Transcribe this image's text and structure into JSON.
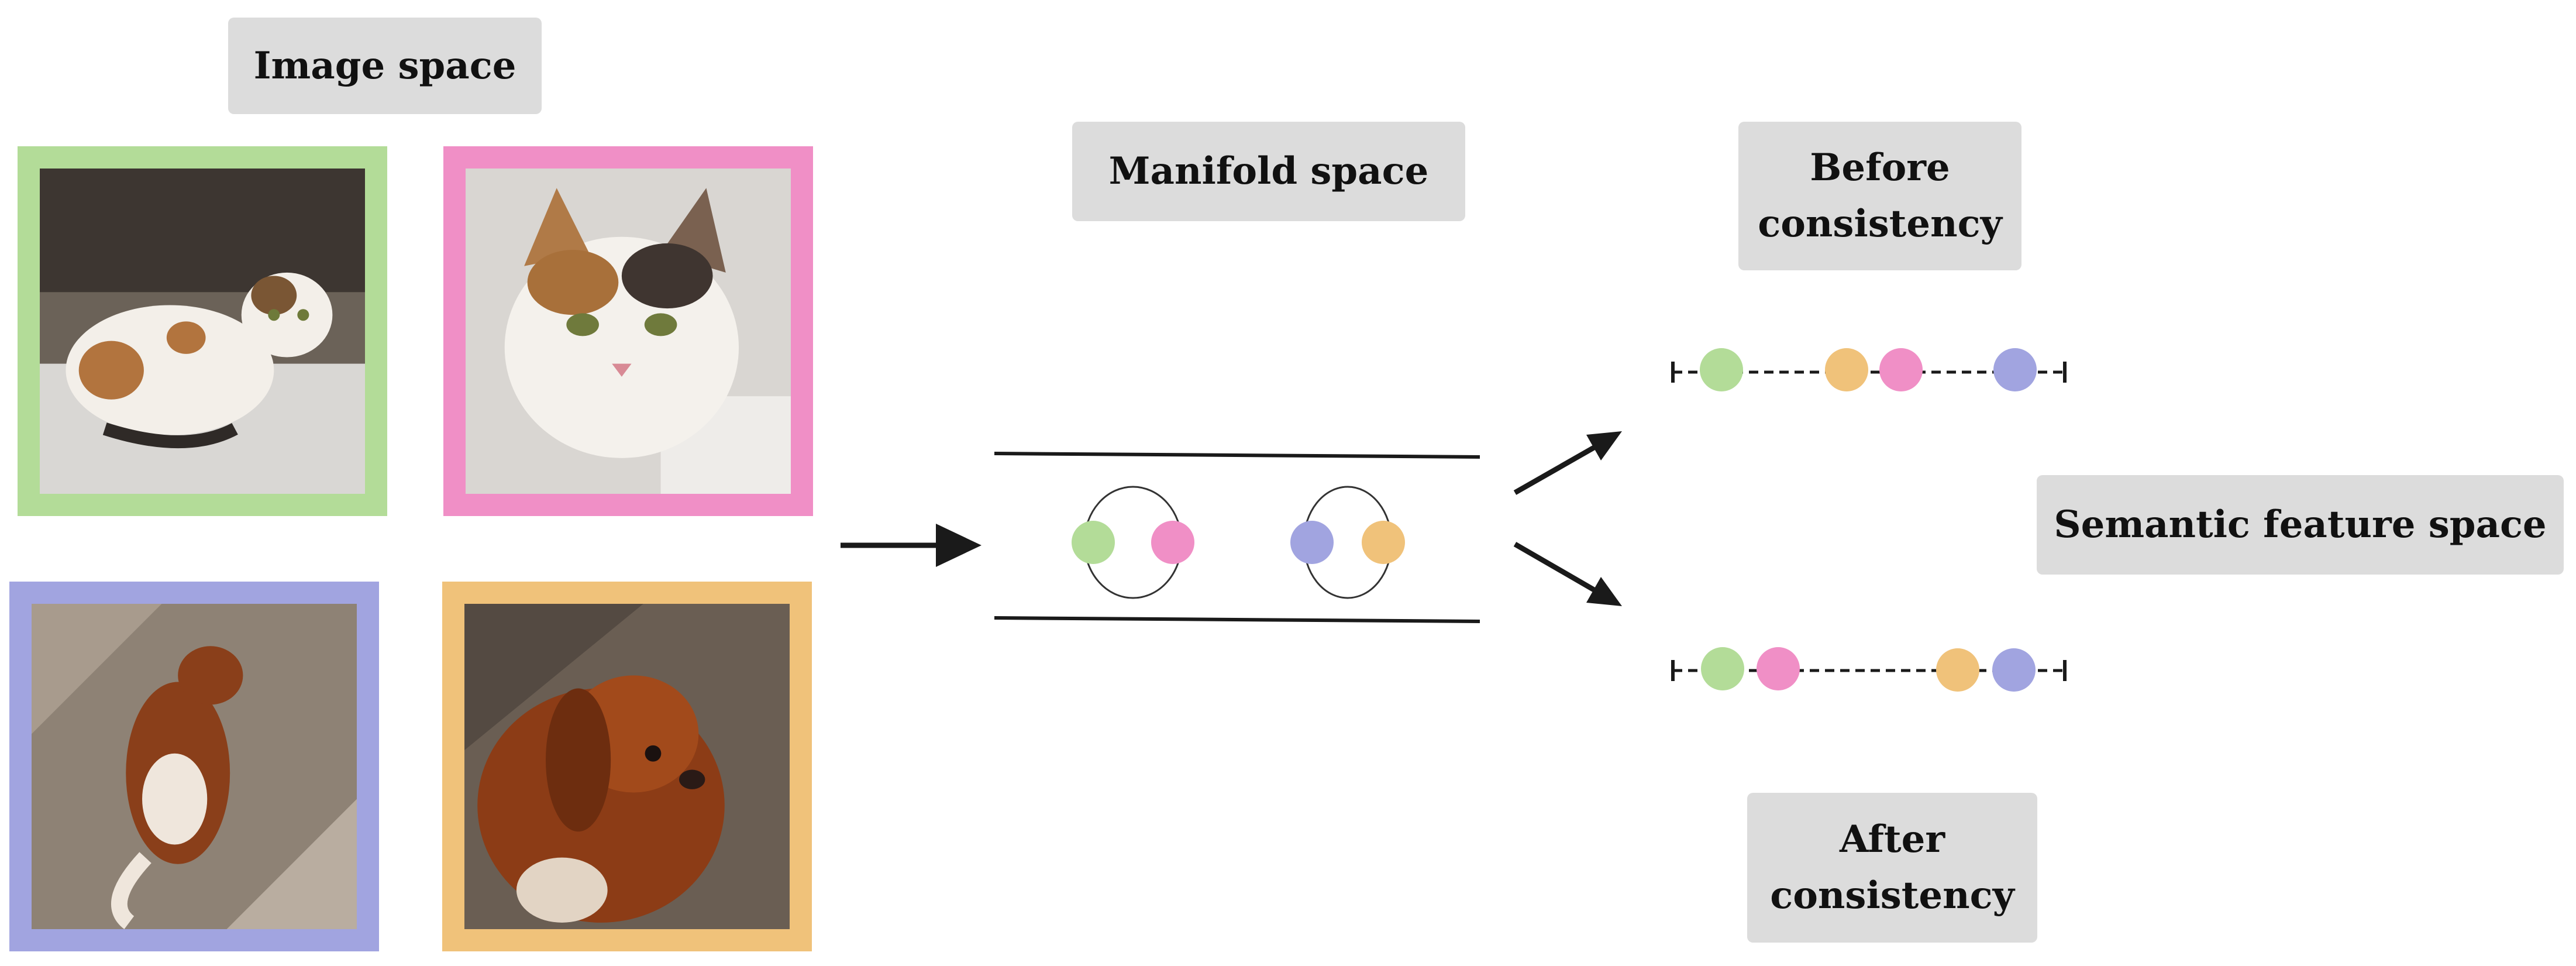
{
  "labels": {
    "image_space": "Image space",
    "manifold_space": "Manifold space",
    "before_consistency": "Before\nconsistency",
    "after_consistency": "After\nconsistency",
    "semantic_feature_space": "Semantic feature space"
  },
  "colors": {
    "green": "#b3dc98",
    "pink": "#f08fc6",
    "purple": "#a1a4e0",
    "orange": "#f0c27a",
    "label_bg": "#dcdcdc",
    "ink": "#1a1a1a"
  },
  "images": [
    {
      "name": "cat-lying-image",
      "frame_color": "green",
      "subject": "calico cat lying on a white surface"
    },
    {
      "name": "cat-closeup-image",
      "frame_color": "pink",
      "subject": "calico cat face close-up"
    },
    {
      "name": "dog-standing-image",
      "frame_color": "purple",
      "subject": "brown and white dog standing on tiles"
    },
    {
      "name": "dog-closeup-image",
      "frame_color": "orange",
      "subject": "brown dog looking up"
    }
  ],
  "manifold_pairs": [
    [
      "green",
      "pink"
    ],
    [
      "purple",
      "orange"
    ]
  ],
  "before_order": [
    "green",
    "orange",
    "pink",
    "purple"
  ],
  "after_order": [
    "green",
    "pink",
    "orange",
    "purple"
  ]
}
